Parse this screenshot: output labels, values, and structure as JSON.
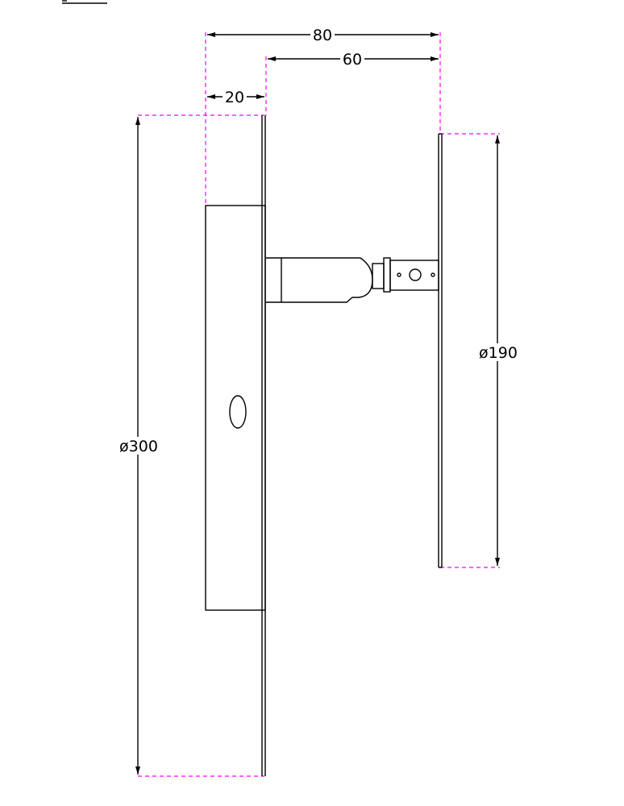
{
  "drawing": {
    "dimensions": {
      "overall_depth": "80",
      "handle_projection": "60",
      "escutcheon_depth": "20",
      "large_plate_diameter": "ø300",
      "small_plate_diameter": "ø190"
    },
    "colors": {
      "outline": "#000000",
      "extension_lines": "#ff00ff"
    }
  }
}
